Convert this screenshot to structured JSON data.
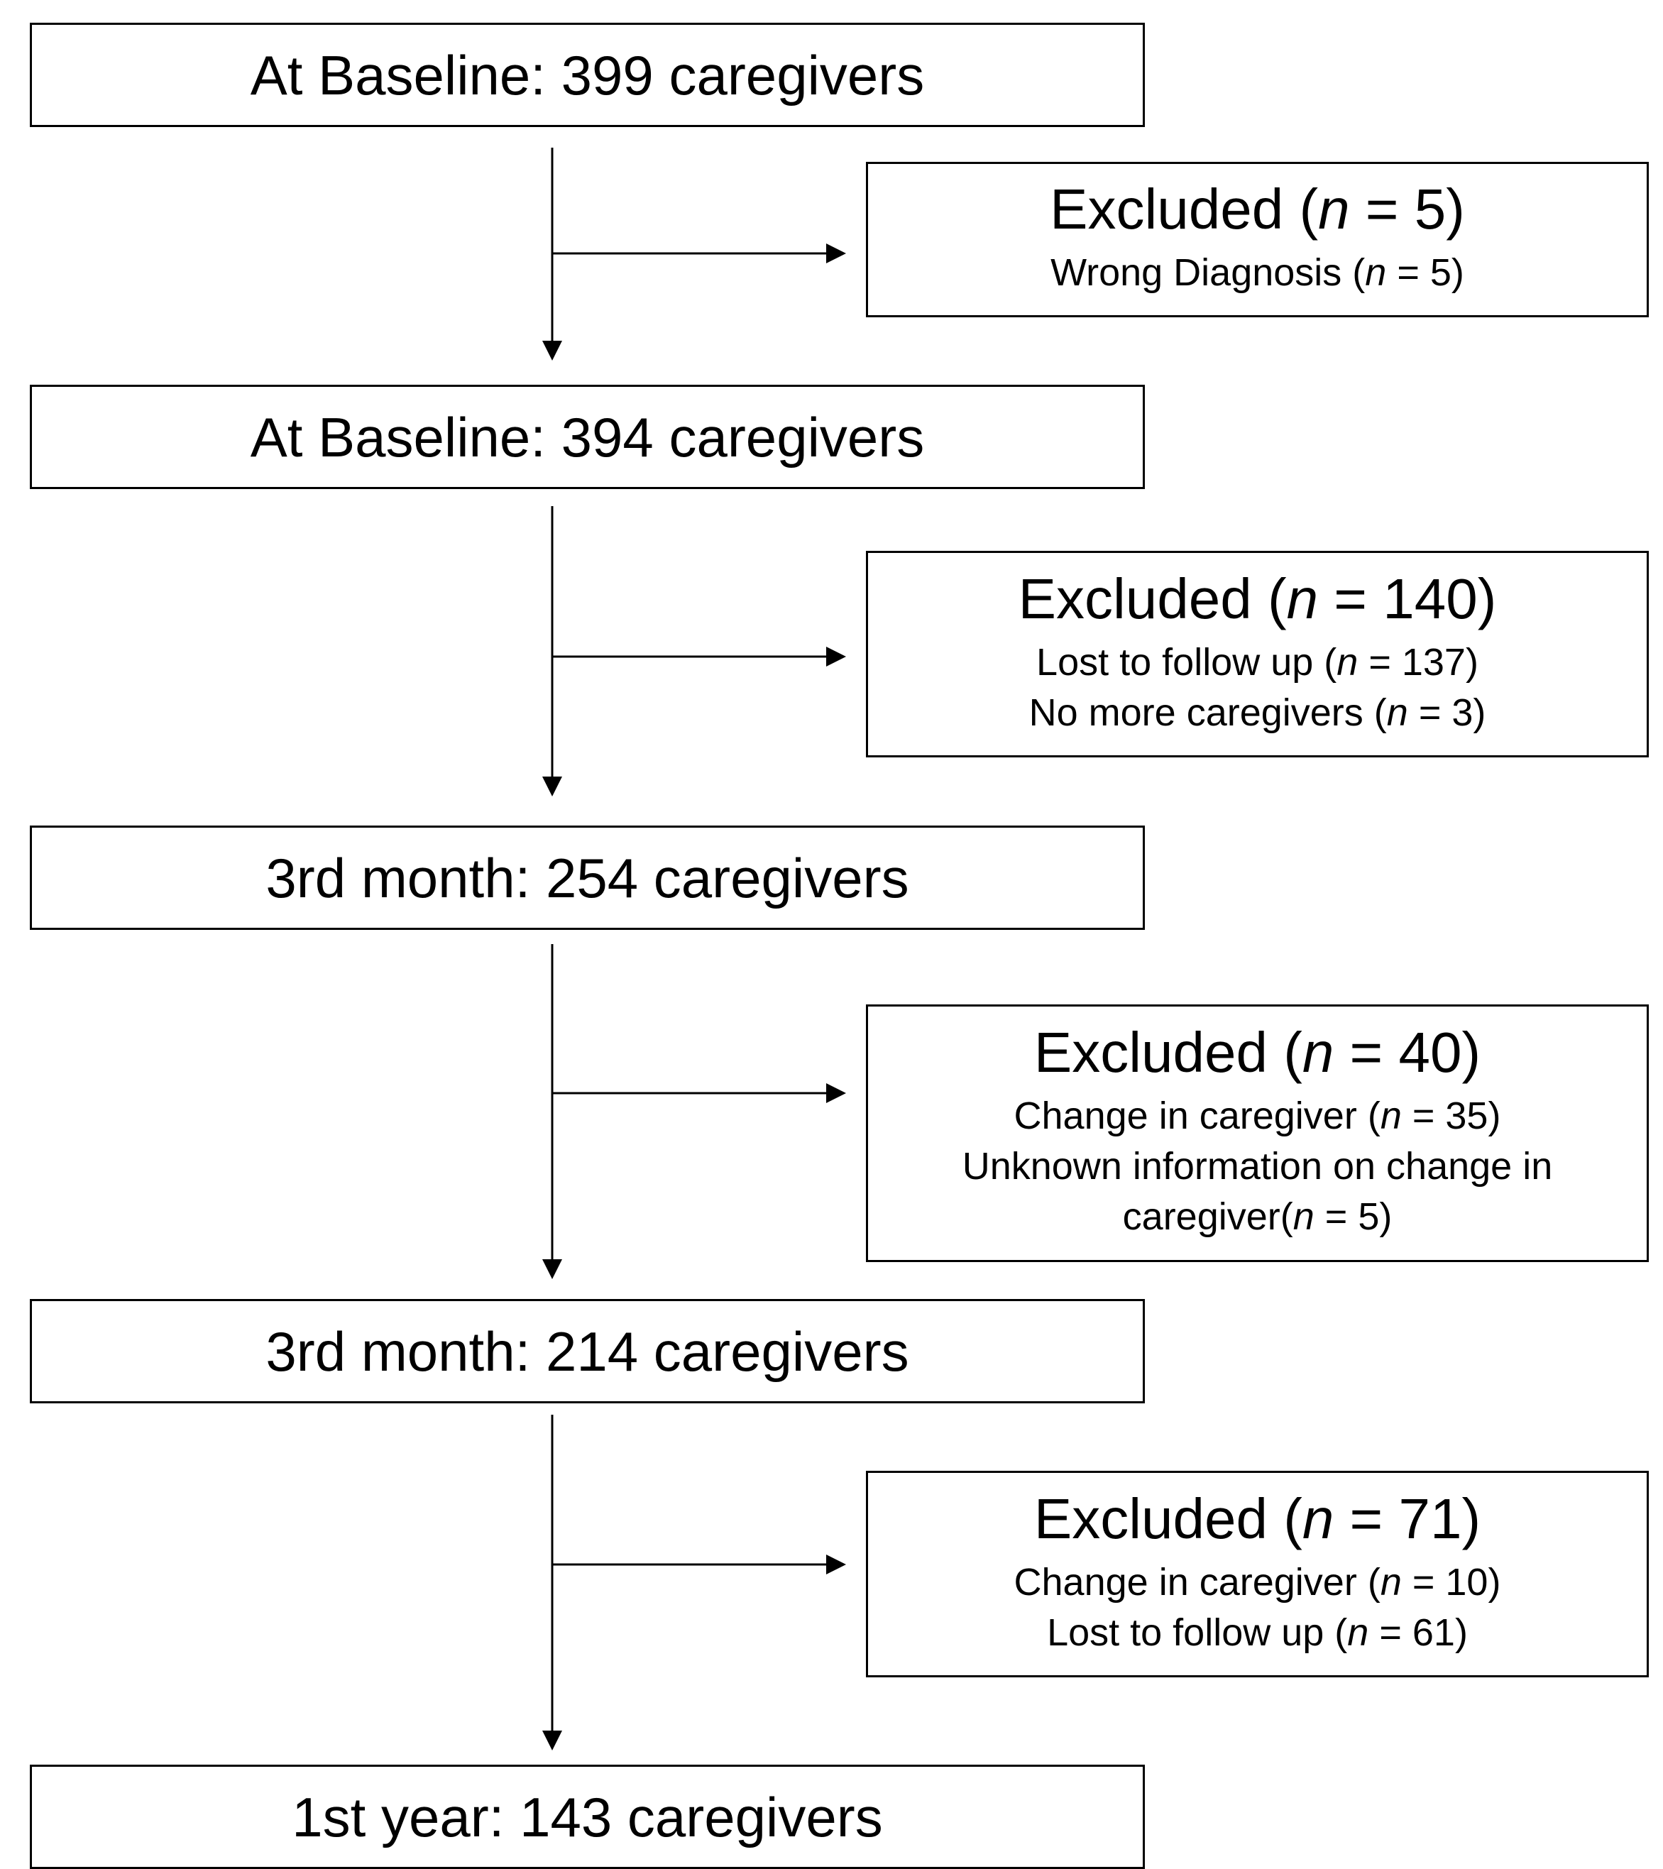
{
  "stages": [
    {
      "label": "At Baseline: 399 caregivers"
    },
    {
      "label": "At Baseline: 394 caregivers"
    },
    {
      "label": "3rd month: 254 caregivers"
    },
    {
      "label": "3rd month: 214 caregivers"
    },
    {
      "label": "1st year: 143 caregivers"
    }
  ],
  "exclusions": [
    {
      "title": {
        "pre": "Excluded (",
        "var": "n",
        "post": " = 5)"
      },
      "items": [
        {
          "pre": "Wrong Diagnosis (",
          "var": "n",
          "post": " = 5)"
        }
      ]
    },
    {
      "title": {
        "pre": "Excluded (",
        "var": "n",
        "post": " = 140)"
      },
      "items": [
        {
          "pre": "Lost to follow up (",
          "var": "n",
          "post": " = 137)"
        },
        {
          "pre": "No more caregivers (",
          "var": "n",
          "post": " = 3)"
        }
      ]
    },
    {
      "title": {
        "pre": "Excluded (",
        "var": "n",
        "post": " = 40)"
      },
      "items": [
        {
          "pre": "Change in caregiver (",
          "var": "n",
          "post": " = 35)"
        },
        {
          "pre": "Unknown information on change in",
          "var": "",
          "post": ""
        },
        {
          "pre": "caregiver(",
          "var": "n",
          "post": " = 5)"
        }
      ]
    },
    {
      "title": {
        "pre": "Excluded (",
        "var": "n",
        "post": " = 71)"
      },
      "items": [
        {
          "pre": "Change in caregiver (",
          "var": "n",
          "post": " = 10)"
        },
        {
          "pre": "Lost to follow up (",
          "var": "n",
          "post": " = 61)"
        }
      ]
    }
  ]
}
